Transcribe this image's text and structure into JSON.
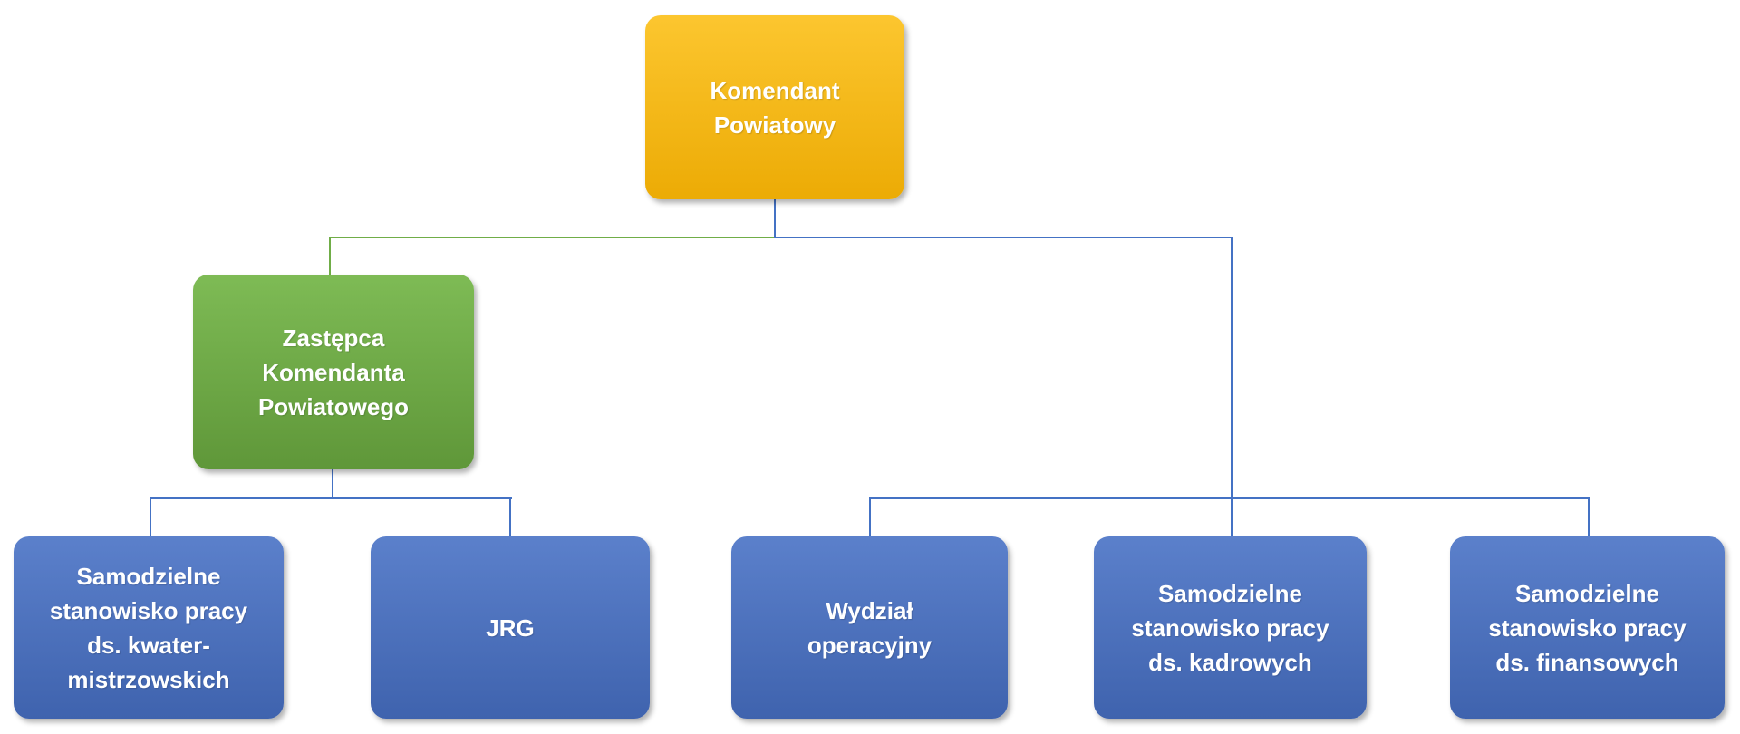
{
  "diagram": {
    "type": "org-chart",
    "nodes": [
      {
        "id": "komendant",
        "label": "Komendant\nPowiatowy",
        "level": 1,
        "color_role": "gold"
      },
      {
        "id": "zastepca",
        "label": "Zastępca\nKomendanta\nPowiatowego",
        "level": 2,
        "color_role": "green"
      },
      {
        "id": "kwater",
        "label": "Samodzielne\nstanowisko pracy\nds. kwater-\nmistrzowskich",
        "level": 3,
        "color_role": "blue"
      },
      {
        "id": "jrg",
        "label": "JRG",
        "level": 3,
        "color_role": "blue"
      },
      {
        "id": "wydzial",
        "label": "Wydział\noperacyjny",
        "level": 3,
        "color_role": "blue"
      },
      {
        "id": "kadrowych",
        "label": "Samodzielne\nstanowisko pracy\nds. kadrowych",
        "level": 3,
        "color_role": "blue"
      },
      {
        "id": "finansowych",
        "label": "Samodzielne\nstanowisko pracy\nds. finansowych",
        "level": 3,
        "color_role": "blue"
      }
    ],
    "edges": [
      {
        "from": "komendant",
        "to": "zastepca",
        "color_role": "green"
      },
      {
        "from": "komendant",
        "to": "wydzial",
        "color_role": "blue"
      },
      {
        "from": "komendant",
        "to": "kadrowych",
        "color_role": "blue"
      },
      {
        "from": "komendant",
        "to": "finansowych",
        "color_role": "blue"
      },
      {
        "from": "zastepca",
        "to": "kwater",
        "color_role": "blue"
      },
      {
        "from": "zastepca",
        "to": "jrg",
        "color_role": "blue"
      }
    ]
  },
  "colors": {
    "gold_top": "#fcc62f",
    "gold_bottom": "#ecab05",
    "green_top": "#7ebb55",
    "green_bottom": "#5f9739",
    "blue_top": "#5b80cb",
    "blue_bottom": "#3f63ae",
    "connector_blue": "#4472c4",
    "connector_green": "#70ad47",
    "node_text": "#ffffff",
    "background": "#ffffff"
  }
}
